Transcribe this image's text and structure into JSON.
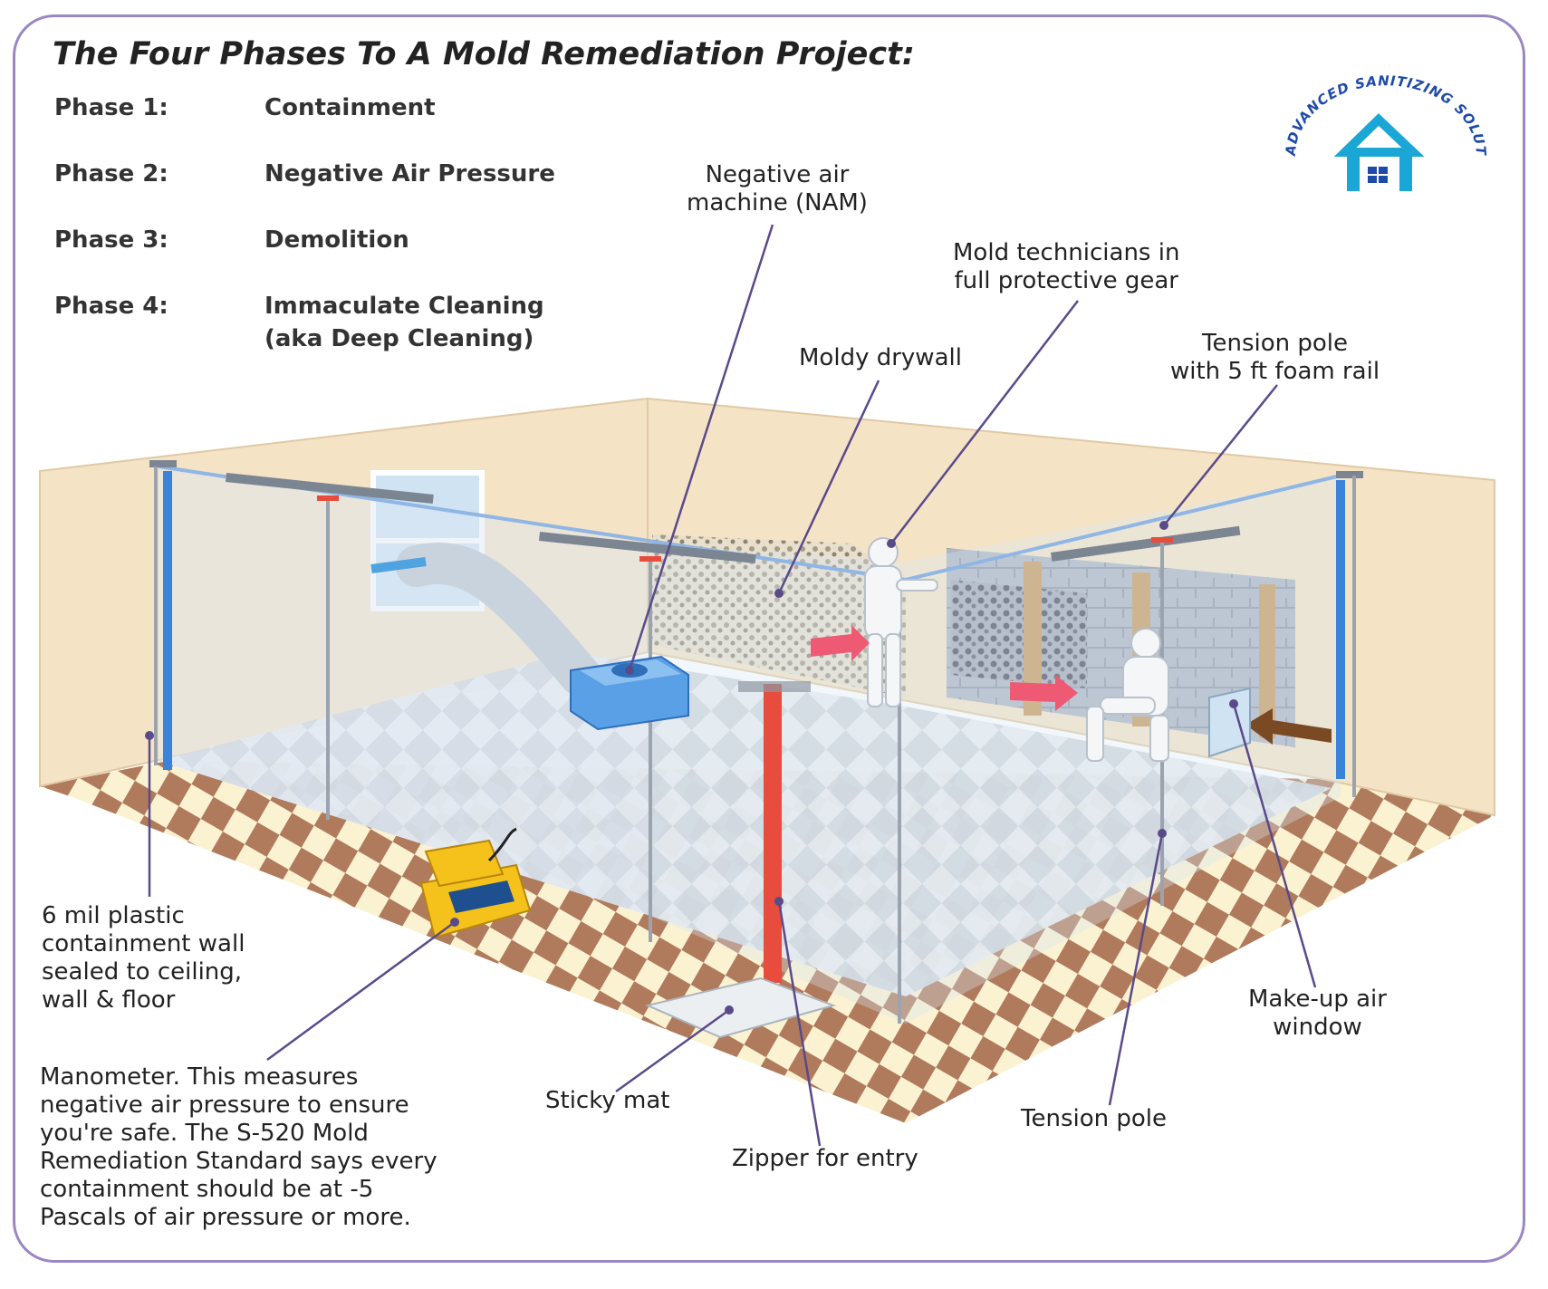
{
  "title": "The Four Phases To A Mold Remediation Project:",
  "phases": [
    {
      "label": "Phase 1:",
      "name": "Containment",
      "name2": ""
    },
    {
      "label": "Phase 2:",
      "name": "Negative Air Pressure",
      "name2": ""
    },
    {
      "label": "Phase 3:",
      "name": "Demolition",
      "name2": ""
    },
    {
      "label": "Phase 4:",
      "name": "Immaculate Cleaning",
      "name2": "(aka Deep Cleaning)"
    }
  ],
  "logo": {
    "text": "ADVANCED SANITIZING SOLUTIONS",
    "colors": {
      "primary": "#1e4aa8",
      "house": "#1aa7d6"
    }
  },
  "callouts": {
    "nam": {
      "line1": "Negative air",
      "line2": "machine (NAM)"
    },
    "technicians": {
      "line1": "Mold technicians in",
      "line2": "full protective gear"
    },
    "drywall": {
      "line1": "Moldy drywall"
    },
    "tension_rail": {
      "line1": "Tension pole",
      "line2": "with 5 ft foam rail"
    },
    "plastic_wall": {
      "line1": "6 mil plastic",
      "line2": "containment wall",
      "line3": "sealed to ceiling,",
      "line4": "wall & floor"
    },
    "manometer": {
      "line1": "Manometer. This measures",
      "line2": "negative air pressure to ensure",
      "line3": "you're safe. The S-520 Mold",
      "line4": "Remediation Standard says every",
      "line5": "containment should be at -5",
      "line6": "Pascals of air pressure or more."
    },
    "sticky_mat": {
      "line1": "Sticky mat"
    },
    "zipper": {
      "line1": "Zipper for entry"
    },
    "tension_pole": {
      "line1": "Tension pole"
    },
    "makeup_window": {
      "line1": "Make-up air",
      "line2": "window"
    }
  },
  "colors": {
    "frame": "#9b86c4",
    "leader_line": "#5a4a8a",
    "wall": "#f5e3c6",
    "floor_tile_dark": "#b07a5c",
    "floor_tile_light": "#fbf2d2",
    "plastic": "#a8c4e0",
    "zipper": "#e74c3c",
    "nam": "#5aa0e6"
  }
}
